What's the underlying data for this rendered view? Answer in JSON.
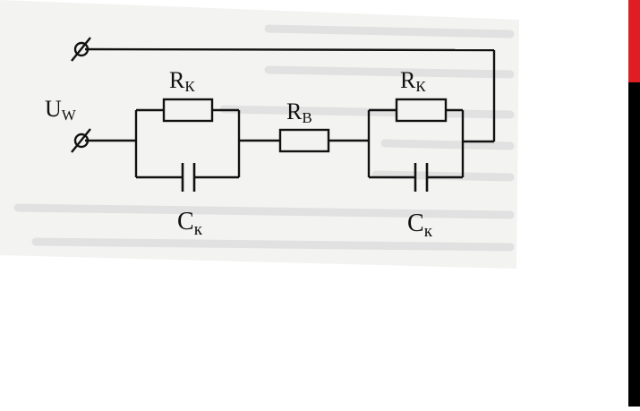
{
  "diagram": {
    "source_label": "U",
    "source_label_sub": "W",
    "resistor_left_label": "R",
    "resistor_left_sub": "К",
    "resistor_middle_label": "R",
    "resistor_middle_sub": "В",
    "resistor_right_label": "R",
    "resistor_right_sub": "К",
    "capacitor_left_label": "C",
    "capacitor_left_sub": "к",
    "capacitor_right_label": "C",
    "capacitor_right_sub": "к"
  },
  "colors": {
    "accent_red": "#e11d24",
    "bar_black": "#000000",
    "paper": "#f3f3f1",
    "ink": "#111111"
  }
}
